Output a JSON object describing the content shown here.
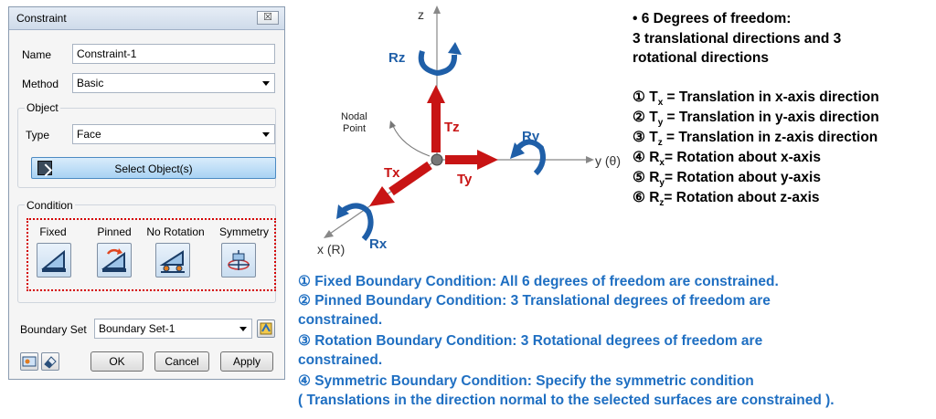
{
  "dialog": {
    "title": "Constraint",
    "close_glyph": "☒",
    "name_label": "Name",
    "name_value": "Constraint-1",
    "method_label": "Method",
    "method_value": "Basic",
    "object_group": "Object",
    "type_label": "Type",
    "type_value": "Face",
    "select_button": "Select Object(s)",
    "condition_group": "Condition",
    "conditions": [
      "Fixed",
      "Pinned",
      "No Rotation",
      "Symmetry"
    ],
    "boundary_set_label": "Boundary Set",
    "boundary_set_value": "Boundary Set-1",
    "ok": "OK",
    "cancel": "Cancel",
    "apply": "Apply"
  },
  "diagram": {
    "z_axis": "z",
    "y_axis": "y (θ)",
    "x_axis": "x (R)",
    "tz": "Tz",
    "ty": "Ty",
    "tx": "Tx",
    "rz": "Rz",
    "ry": "Ry",
    "rx": "Rx",
    "nodal_point_1": "Nodal",
    "nodal_point_2": "Point"
  },
  "dof": {
    "header1": "• 6 Degrees of freedom:",
    "header2": "3 translational directions and 3",
    "header3": "rotational directions",
    "items": [
      {
        "num": "①",
        "sym": "T",
        "sub": "x",
        "text": " = Translation in x-axis direction"
      },
      {
        "num": "②",
        "sym": "T",
        "sub": "y",
        "text": " = Translation in y-axis direction"
      },
      {
        "num": "③",
        "sym": "T",
        "sub": "z",
        "text": " = Translation in z-axis direction"
      },
      {
        "num": "④",
        "sym": "R",
        "sub": "x",
        "text": "= Rotation about x-axis"
      },
      {
        "num": "⑤",
        "sym": "R",
        "sub": "y",
        "text": "= Rotation about y-axis"
      },
      {
        "num": "⑥",
        "sym": "R",
        "sub": "z",
        "text": "= Rotation about z-axis"
      }
    ]
  },
  "notes": [
    "① Fixed Boundary Condition: All 6 degrees of freedom are constrained.",
    "② Pinned Boundary Condition: 3 Translational degrees of freedom are",
    "constrained.",
    "③ Rotation Boundary Condition: 3 Rotational degrees of freedom are",
    "constrained.",
    "④ Symmetric Boundary Condition: Specify the symmetric condition",
    "( Translations in the direction normal to the selected surfaces are constrained )."
  ],
  "colors": {
    "arrow_red": "#c81414",
    "rotation_blue": "#1f5fa8",
    "note_blue": "#1f6fc2",
    "highlight_red": "#d40000"
  }
}
